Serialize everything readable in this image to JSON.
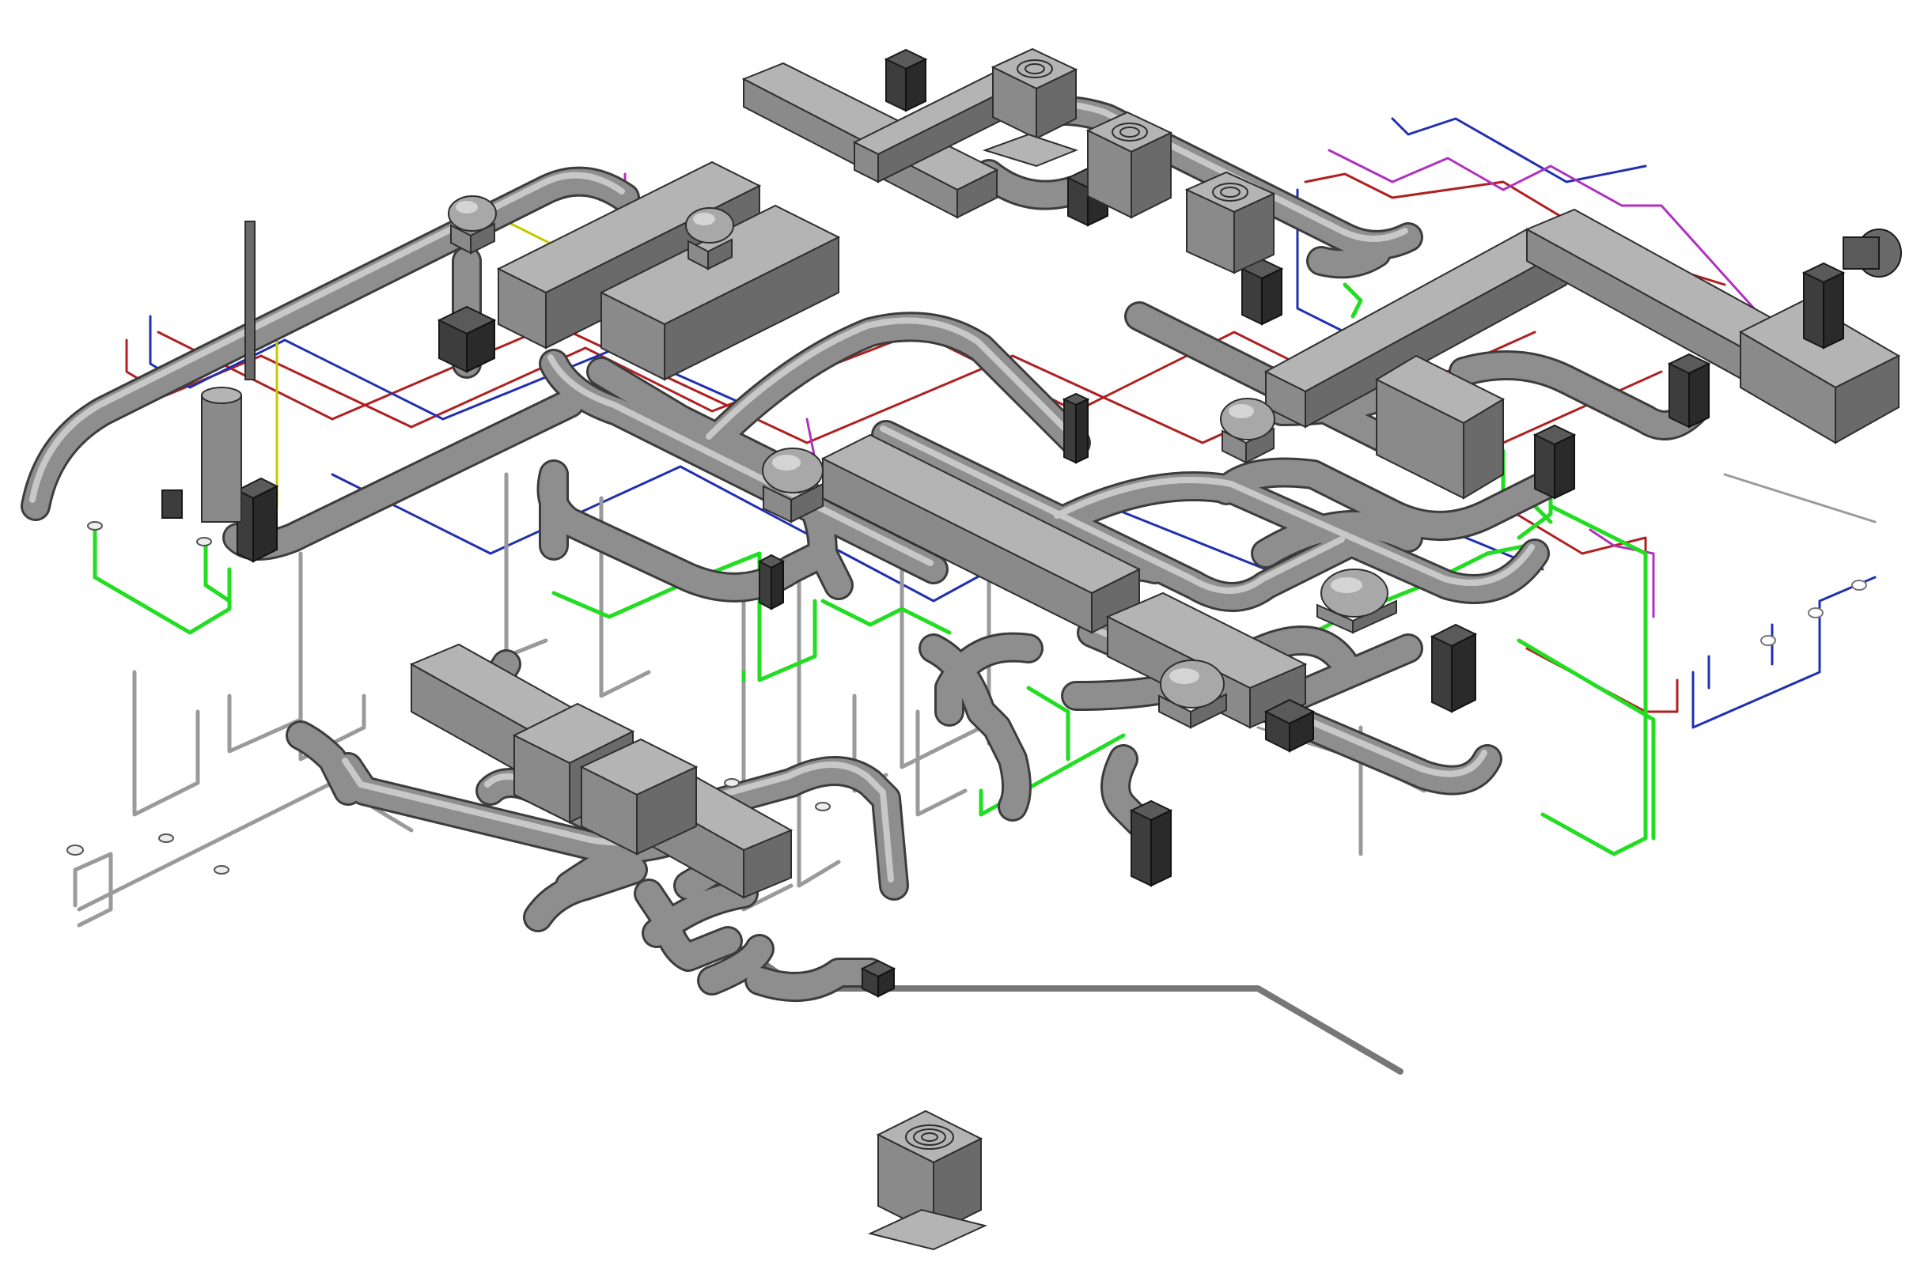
{
  "diagram": {
    "view": "isometric",
    "systems": [
      {
        "name": "supply-air-duct",
        "color": "#8e8e8e"
      },
      {
        "name": "condensate-drain",
        "color": "#22dd22"
      },
      {
        "name": "hot-water-supply",
        "color": "#b02020"
      },
      {
        "name": "cold-water-supply",
        "color": "#2030b0"
      },
      {
        "name": "refrigerant-line",
        "color": "#b030c0"
      },
      {
        "name": "waste-vent",
        "color": "#9a9a9a"
      },
      {
        "name": "gas-line",
        "color": "#c8c800"
      }
    ],
    "icons": {
      "air-handler": "box",
      "diffuser": "dome",
      "rooftop-fan": "square-fan",
      "exhaust-fan": "cylinder"
    }
  }
}
